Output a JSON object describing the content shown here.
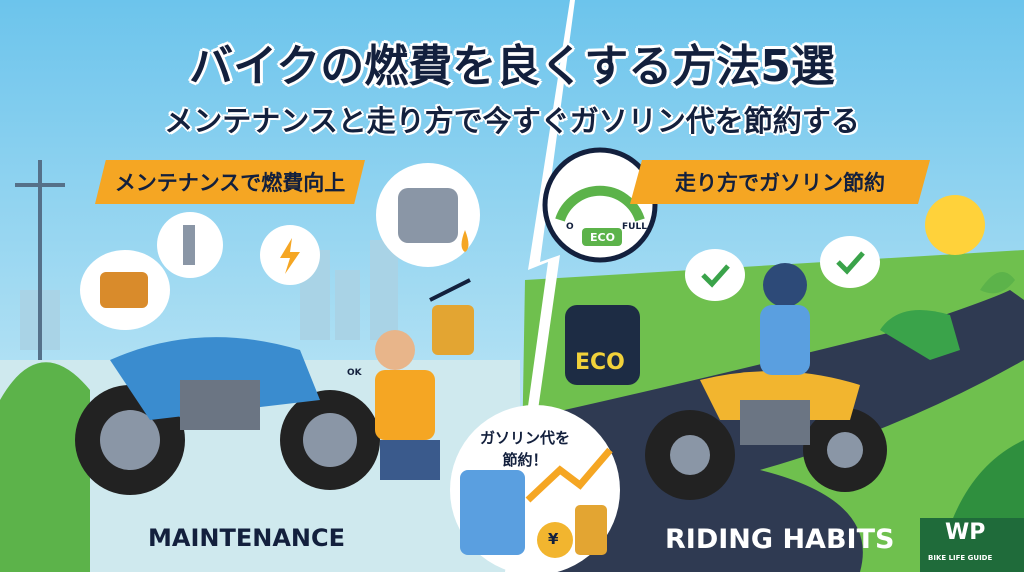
{
  "header": {
    "title": "バイクの燃費を良くする方法5選",
    "subtitle": "メンテナンスと走り方で今すぐガソリン代を節約する"
  },
  "left_panel": {
    "banner": "メンテナンスで燃費向上",
    "label": "MAINTENANCE",
    "gauge_text": "OK",
    "icons": [
      "air-filter-icon",
      "spark-plug-icon",
      "lightning-icon",
      "engine-icon",
      "oil-drop-icon",
      "coins-icon",
      "trend-up-icon"
    ]
  },
  "right_panel": {
    "banner": "走り方でガソリン節約",
    "label": "RIDING HABITS",
    "gauge": {
      "empty": "O",
      "full": "FULL",
      "badge": "ECO"
    },
    "eco_button": "ECO",
    "icons": [
      "check-icon",
      "check-icon",
      "sun-icon",
      "fuel-nozzle-icon",
      "leaf-icon"
    ]
  },
  "center_bubble": {
    "line1": "ガソリン代を",
    "line2": "節約！",
    "currency": "¥"
  },
  "logo": {
    "mark": "WP",
    "tagline": "BIKE LIFE GUIDE"
  },
  "colors": {
    "sky": "#8fd3f0",
    "banner": "#f5a623",
    "road": "#2f3a52",
    "grass": "#5cb34a",
    "title": "#13203d"
  }
}
